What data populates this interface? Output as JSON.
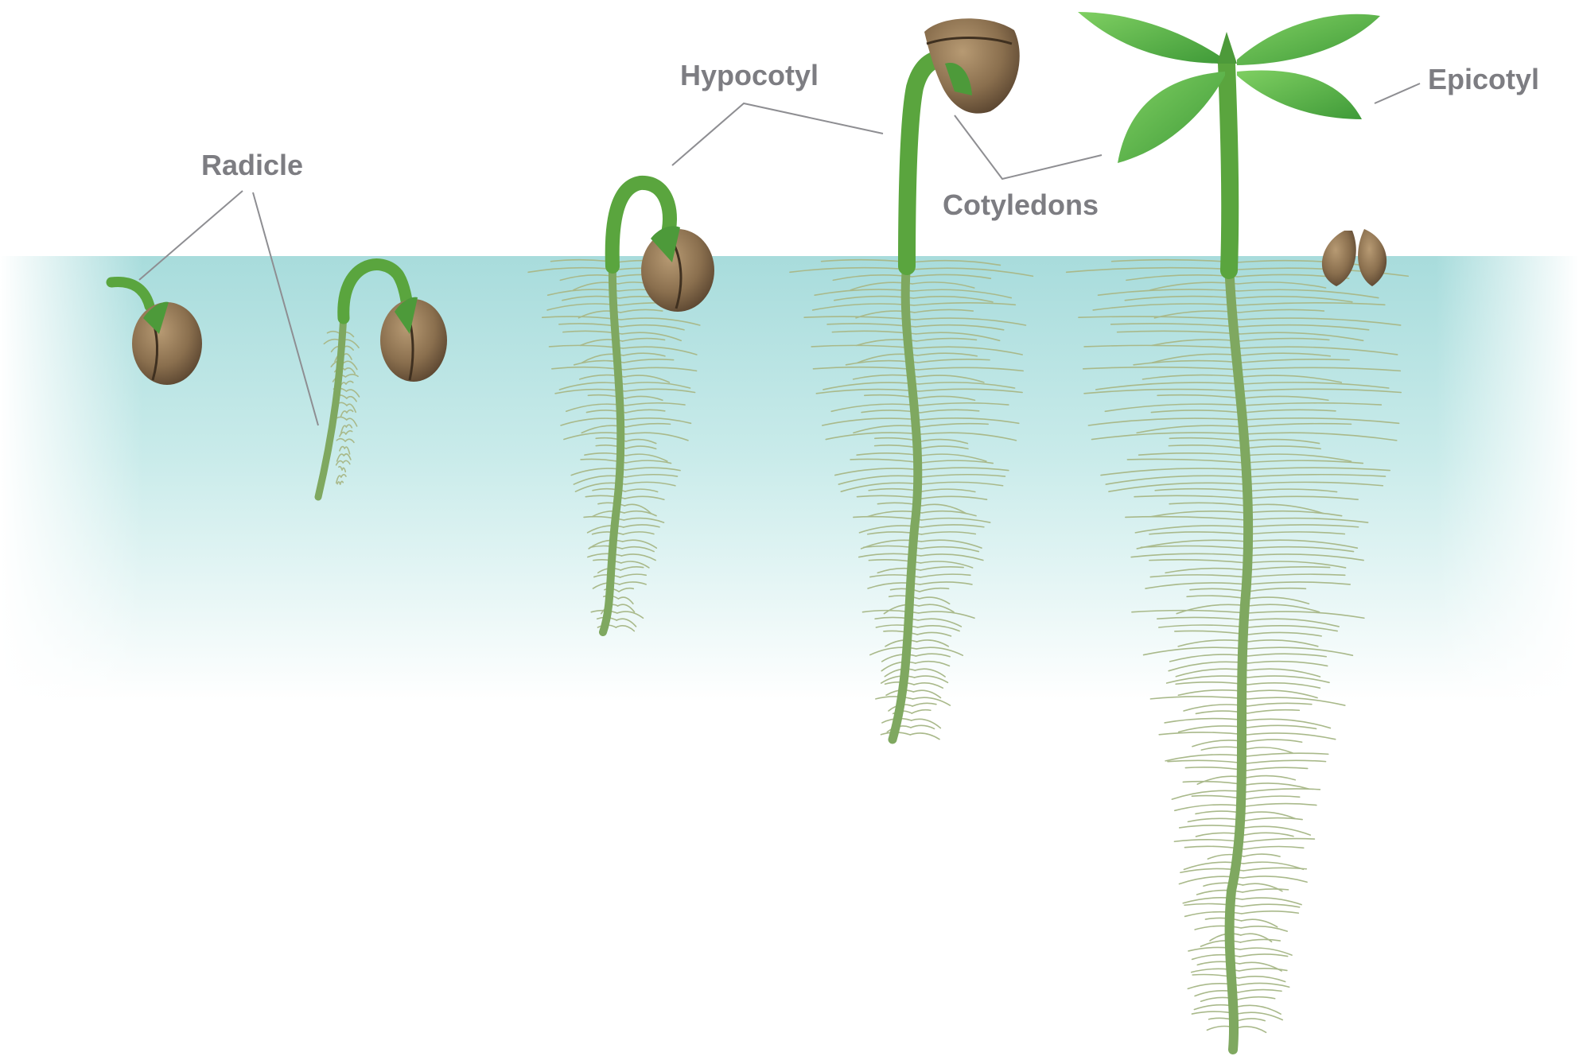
{
  "labels": {
    "radicle": "Radicle",
    "hypocotyl": "Hypocotyl",
    "cotyledons": "Cotyledons",
    "epicotyl": "Epicotyl"
  },
  "colors": {
    "soil_top": "#a9dede",
    "soil_fade": "#ffffff",
    "stem_green": "#5aa53e",
    "root_green": "#8aa86a",
    "seed_brown": "#8a6f4e",
    "leaf_green": "#5cb84a",
    "label_gray": "#7d7d82"
  },
  "stages": [
    "stage-1",
    "stage-2",
    "stage-3",
    "stage-4",
    "stage-5"
  ]
}
